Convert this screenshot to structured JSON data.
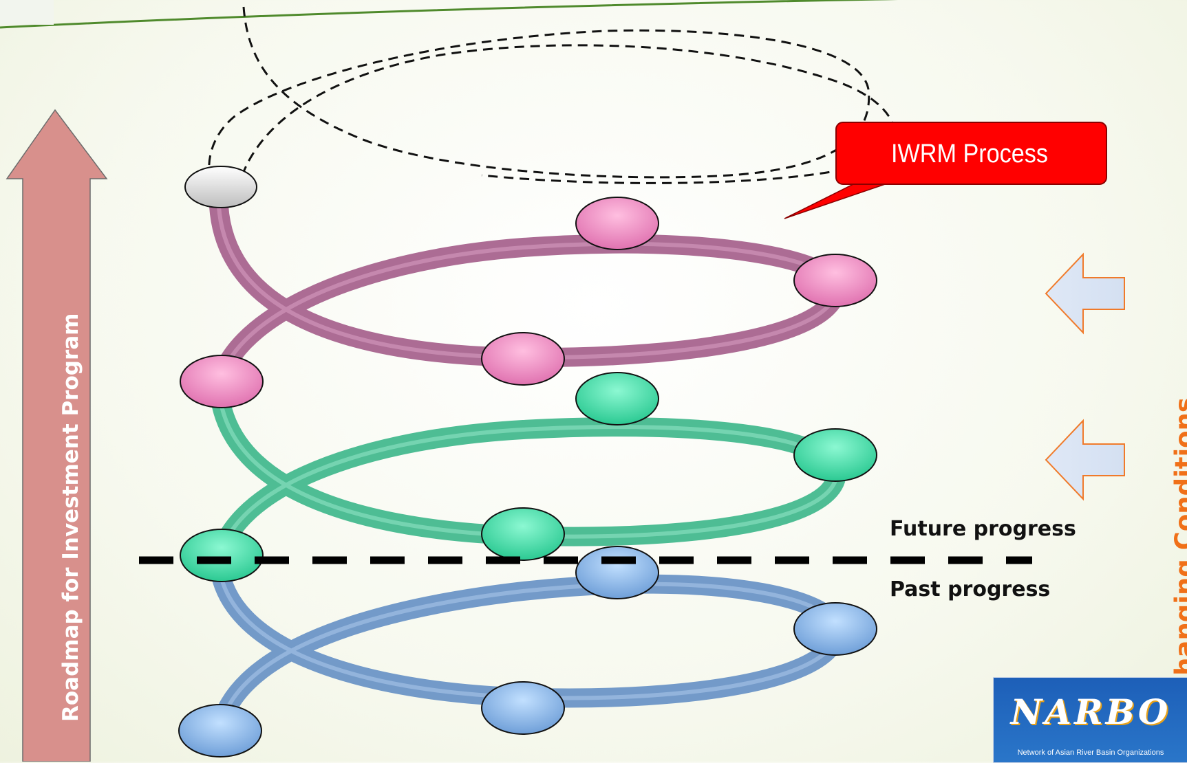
{
  "callout": {
    "text": "IWRM Process"
  },
  "left_arrow": {
    "text": "Roadmap for Investment Program"
  },
  "right_label": {
    "text": "Changing Conditions"
  },
  "progress_labels": {
    "future": "Future progress",
    "past": "Past progress"
  },
  "logo": {
    "word": "NARBO",
    "subtitle": "Network of Asian River Basin Organizations"
  },
  "colors": {
    "pink_ring": "#a8648e",
    "green_ring": "#44b98e",
    "blue_ring": "#6c95c6",
    "pink_node": "#f38dc4",
    "green_node": "#3fe2b0",
    "blue_node": "#86b6ec",
    "white_node": "#e8e8e8",
    "callout": "#ff0000",
    "left_arrow": "#d8908c",
    "right_text": "#f07018"
  }
}
